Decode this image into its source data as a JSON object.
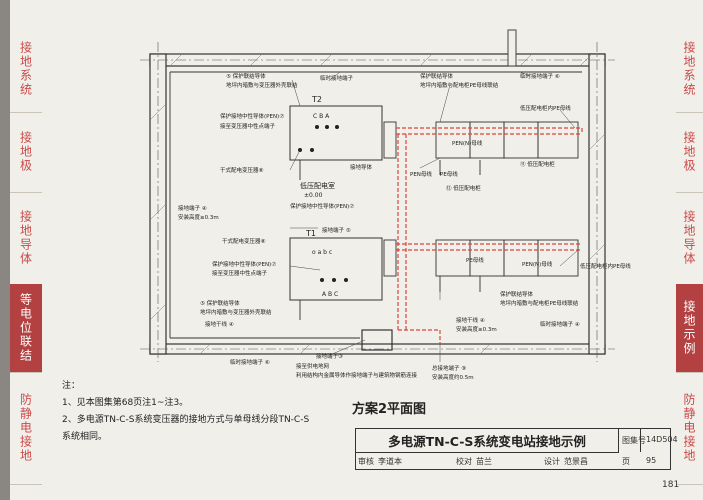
{
  "left_tabs": [
    {
      "label": "接地系统",
      "active": false
    },
    {
      "label": "接地极",
      "active": false
    },
    {
      "label": "接地导体",
      "active": false
    },
    {
      "label": "等电位联结",
      "active": true
    },
    {
      "label": "防静电接地",
      "active": false
    }
  ],
  "right_tabs": [
    {
      "label": "接地系统",
      "active": false
    },
    {
      "label": "接地极",
      "active": false
    },
    {
      "label": "接地导体",
      "active": false
    },
    {
      "label": "接地示例",
      "active": true
    },
    {
      "label": "防静电接地",
      "active": false
    }
  ],
  "drawing": {
    "t2": "T2",
    "t1": "T1",
    "room_name": "低压配电室",
    "room_elev": "±0.00",
    "labels": {
      "a1": "⑤ 保护联结导体",
      "a1b": "地坪内暗敷与变压器外壳联结",
      "a2": "临时接地端子",
      "a3": "保护联结导体",
      "a3b": "地坪内暗敷与配电柜PE母线联结",
      "a4": "临时接地端子 ⑥",
      "a5": "低压配电柜内PE母线",
      "b1": "保护接地中性导体(PEN)⑦",
      "b2": "接至变压器中性点端子",
      "b3": "PEN(N)母线",
      "b4": "⑪ 低压配电柜",
      "b5": "PE母线",
      "c1": "干式配电变压器⑧",
      "c2": "接地导体",
      "c3": "PEN母线",
      "c4": "⑫ 低压配电柜",
      "d1": "保护接地中性导体(PEN)⑦",
      "d2": "接地端子 ⑤",
      "e1": "接地端子 ④",
      "e2": "安装高度≥0.3m",
      "f1": "干式配电变压器⑧",
      "f2": "保护接地中性导体(PEN)⑦",
      "f3": "接至变压器中性点端子",
      "g1": "PEN(N)母线",
      "g2": "PE母线",
      "g3": "低压配电柜内PE母线",
      "h1": "⑤ 保护联结导体",
      "h2": "地坪内暗敷与变压器外壳联结",
      "h3": "接地干线 ④",
      "h4": "临时接地端子 ⑥",
      "i1": "保护联结导体",
      "i2": "地坪内暗敷与配电柜PE母线联结",
      "i3": "接地干线 ④",
      "i4": "安装高度≥0.3m",
      "j1": "接地端子③",
      "j2": "接至供电地网",
      "j3": "利用结构内金属导体作接地端子与建筑物钢筋连接",
      "k1": "总接地端子 ⑨",
      "k2": "安装高度约0.5m",
      "l1": "临时接地端子 ④",
      "l2": "临时接地端子"
    }
  },
  "notes": {
    "heading": "注：",
    "items": [
      "1、见本图集第68页注1~注3。",
      "2、多电源TN-C-S系统变压器的接地方式与单母线分段TN-C-S",
      "   系统相同。"
    ]
  },
  "plan_title": "方案2平面图",
  "title_block": {
    "title": "多电源TN-C-S系统变电站接地示例",
    "atlas_label": "图集号",
    "atlas_no": "14D504",
    "review_label": "审核",
    "reviewer": "李道本",
    "check_label": "校对",
    "checker": "苗兰",
    "design_label": "设计",
    "designer": "范景昌",
    "page_label": "页",
    "page_no": "95"
  },
  "page_number": "181",
  "colors": {
    "accent": "#b34141",
    "tab_text": "#c94a4a",
    "red_cable": "#d9463c"
  }
}
